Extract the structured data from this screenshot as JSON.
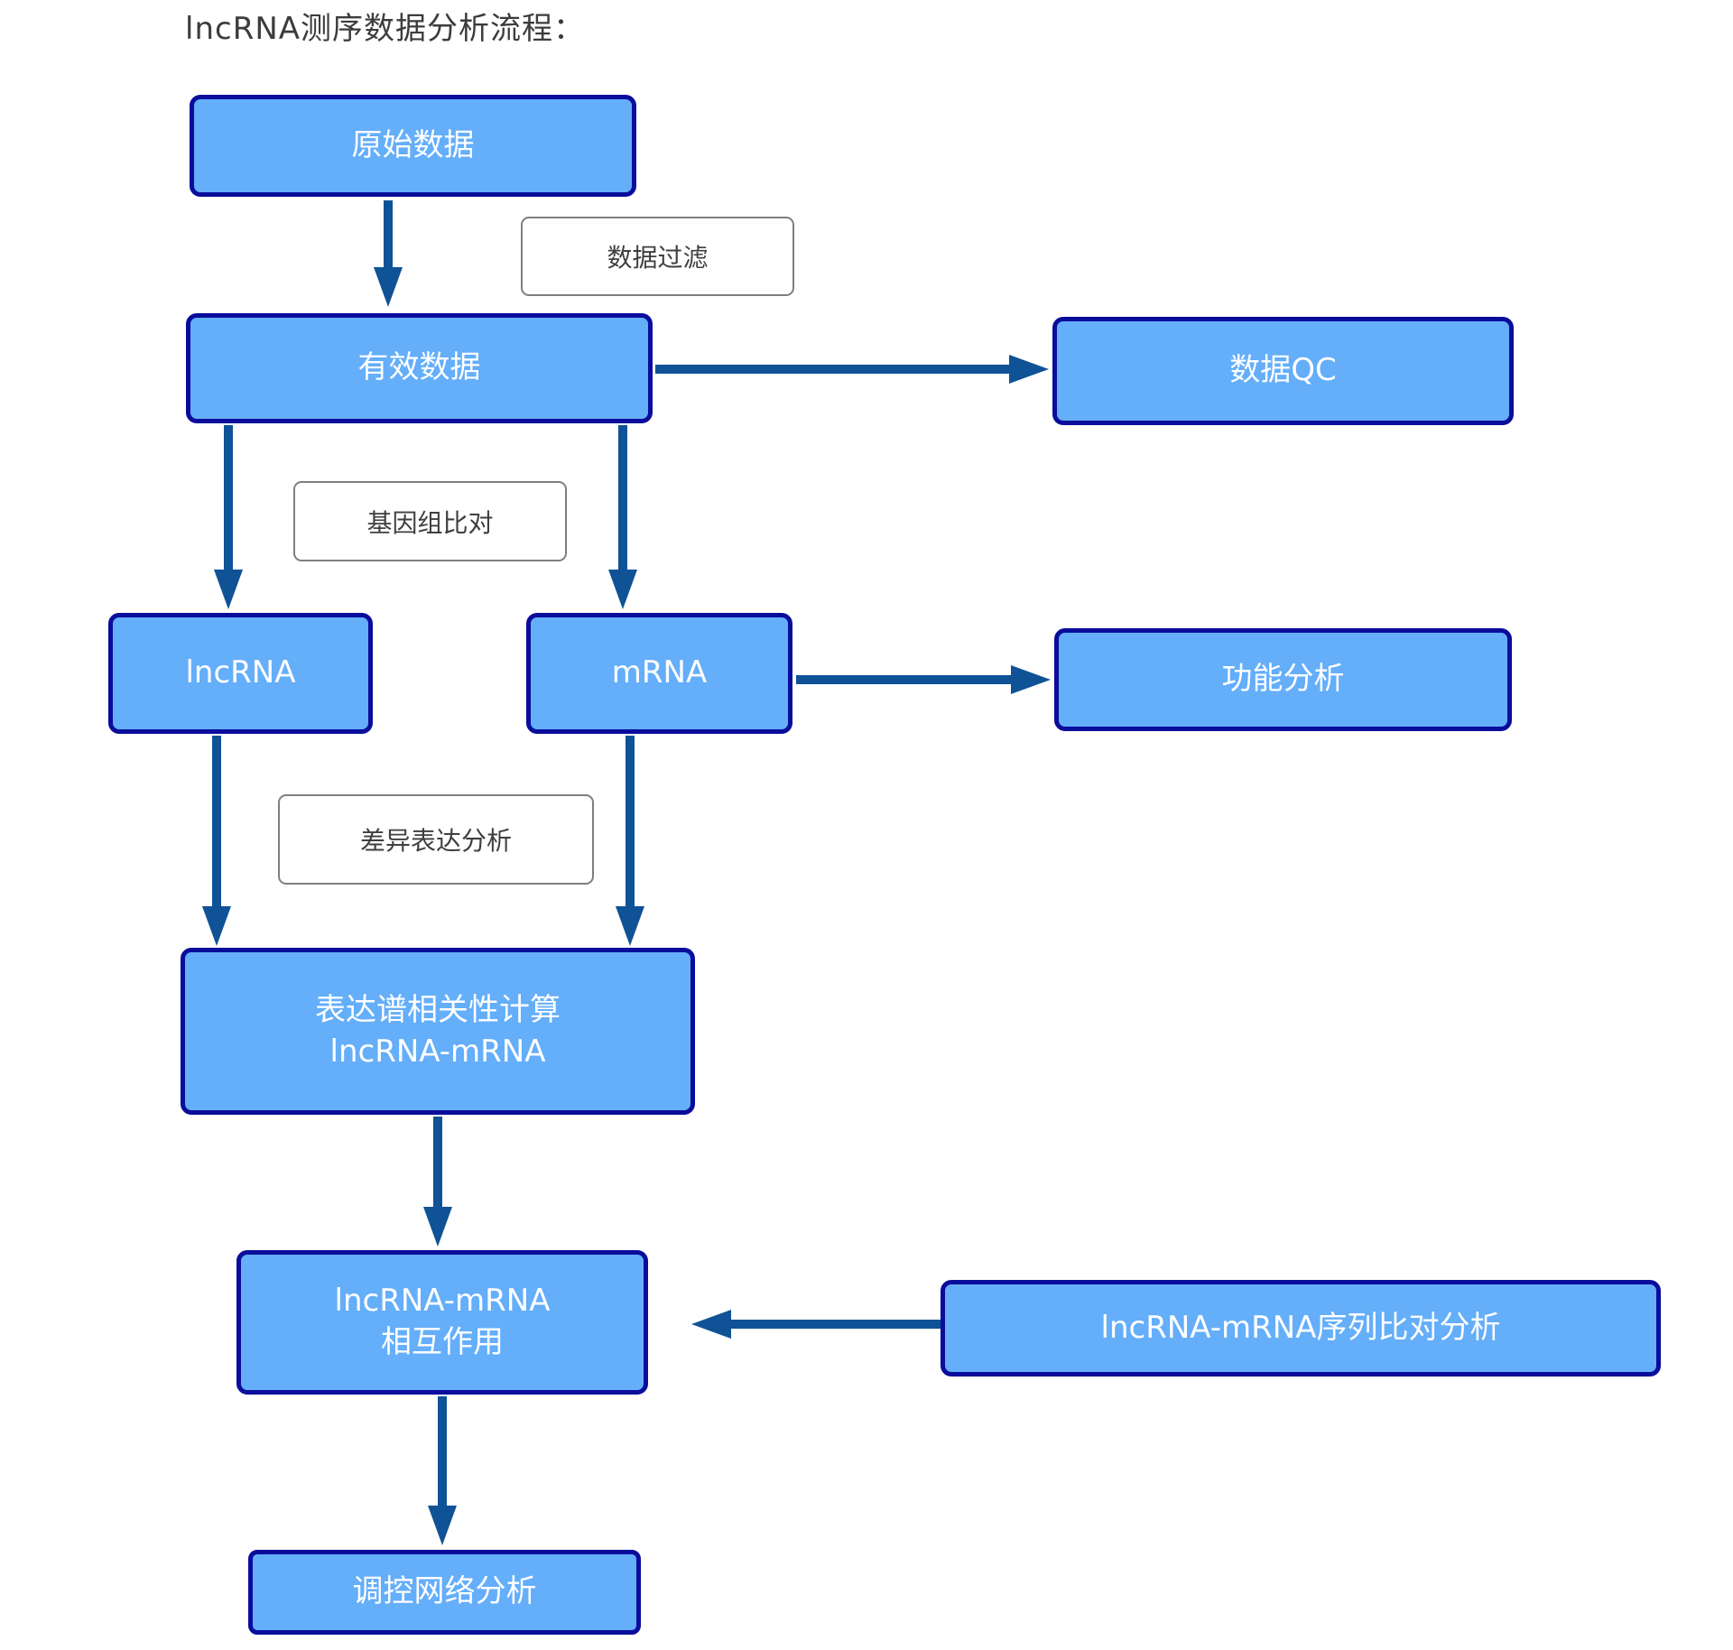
{
  "title": "lncRNA测序数据分析流程：",
  "colors": {
    "node_fill": "#64AEFA",
    "node_border": "#0A0D9B",
    "node_text": "#FFFFFF",
    "arrow": "#0F5296",
    "label_fill": "#FFFFFF",
    "label_border": "#7F7F7F",
    "label_text": "#3F3F3F",
    "title_text": "#3C3C3C",
    "background": "#FFFFFF"
  },
  "nodes": {
    "raw_data": "原始数据",
    "valid_data": "有效数据",
    "data_qc": "数据QC",
    "lncrna": "lncRNA",
    "mrna": "mRNA",
    "functional_analysis": "功能分析",
    "correlation": {
      "line1": "表达谱相关性计算",
      "line2": "lncRNA-mRNA"
    },
    "interaction": {
      "line1": "lncRNA-mRNA",
      "line2": "相互作用"
    },
    "seq_alignment": "lncRNA-mRNA序列比对分析",
    "network": "调控网络分析"
  },
  "edge_labels": {
    "data_filter": "数据过滤",
    "genome_alignment": "基因组比对",
    "diff_expression": "差异表达分析"
  }
}
